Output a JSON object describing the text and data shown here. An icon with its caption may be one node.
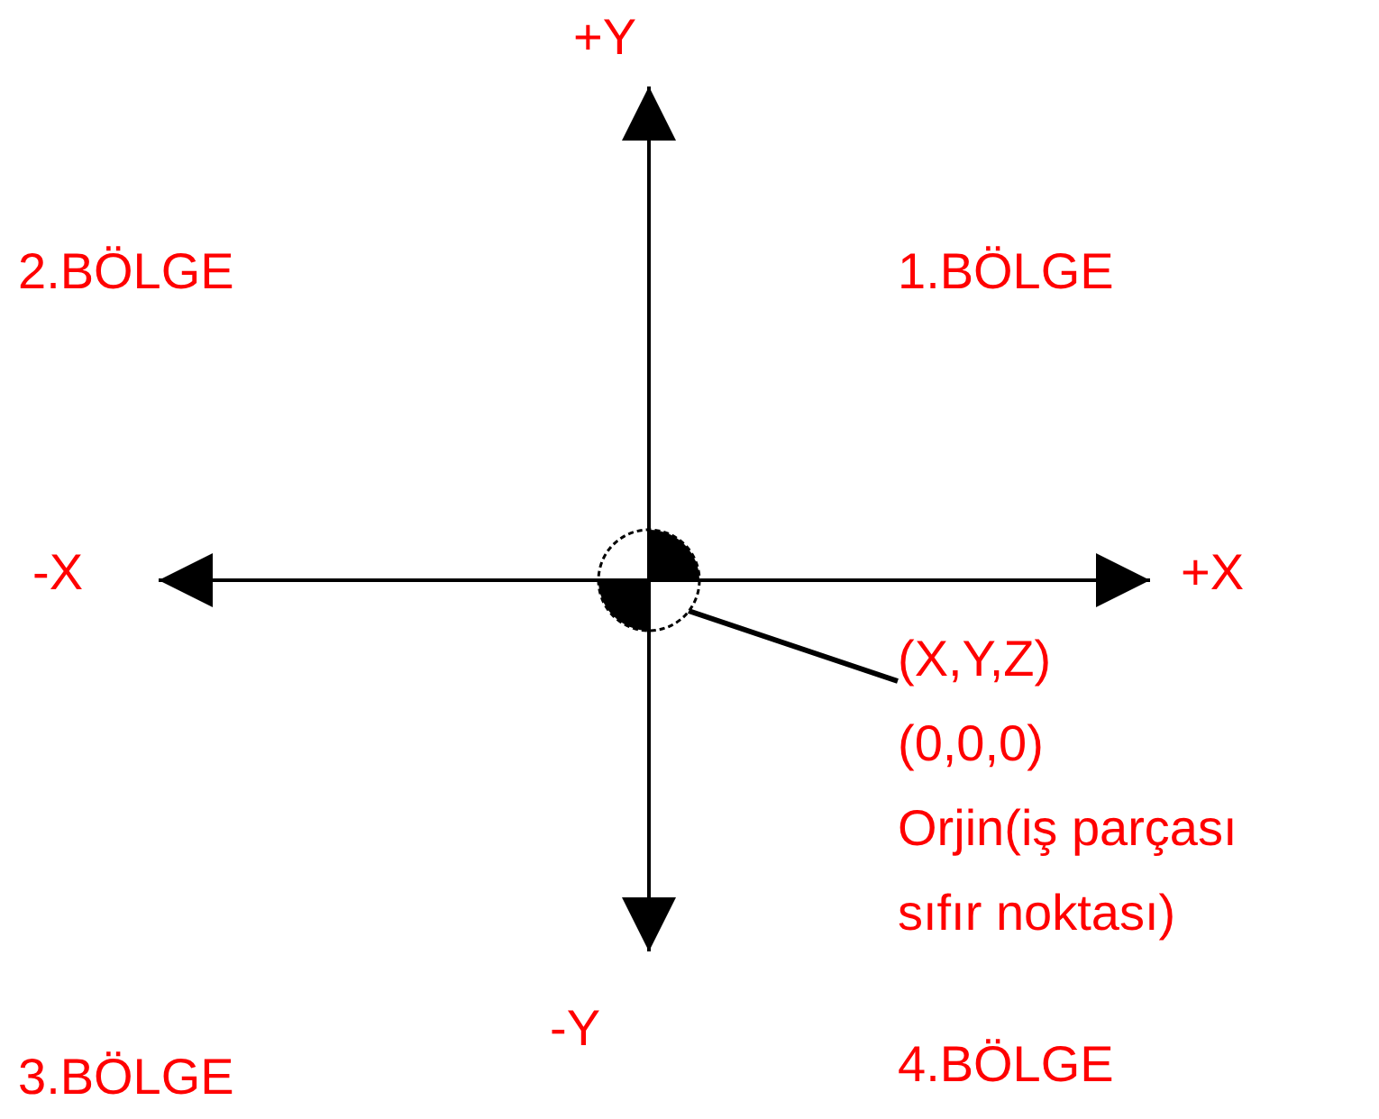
{
  "diagram": {
    "nodes": [
      {
        "text": [
          "(X,Y,Z)",
          "(0,0,0)",
          "Orjin(iş parçası sıfır noktası)"
        ]
      },
      {
        "text": [],
        "shape": "circle"
      }
    ],
    "edges": [
      {
        "from": 0,
        "to": 1,
        "arrow": "none"
      }
    ],
    "labels": [
      "+Y",
      "2.BÖLGE",
      "1.BÖLGE",
      "-X",
      "+X",
      "-Y",
      "3.BÖLGE",
      "4.BÖLGE"
    ]
  }
}
